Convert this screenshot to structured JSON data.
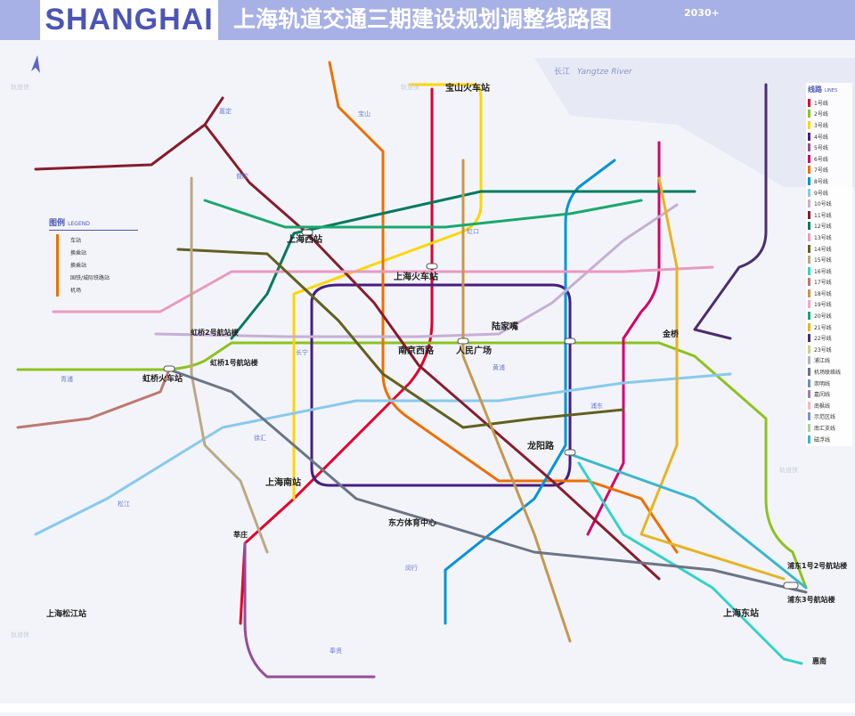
{
  "header": {
    "brand": "SHANGHAI",
    "title": "上海轨道交通三期建设规划调整线路图",
    "year": "2030+"
  },
  "map_labels": {
    "river_cn": "长江",
    "river_en": "Yangtze River",
    "watermark": "轨道侠"
  },
  "legend_left": {
    "title": "图例",
    "title_en": "LEGEND",
    "items": [
      "车站",
      "换乘站",
      "换乘站",
      "国铁/城际铁路站",
      "机场"
    ]
  },
  "legend": {
    "title": "线路",
    "title_en": "LINES",
    "lines": [
      {
        "name": "1号线",
        "color": "#e3002b"
      },
      {
        "name": "2号线",
        "color": "#8cc220"
      },
      {
        "name": "3号线",
        "color": "#fcd600"
      },
      {
        "name": "4号线",
        "color": "#461d84"
      },
      {
        "name": "5号线",
        "color": "#944d9a"
      },
      {
        "name": "6号线",
        "color": "#d40068"
      },
      {
        "name": "7号线",
        "color": "#ed6f00"
      },
      {
        "name": "8号线",
        "color": "#0094d8"
      },
      {
        "name": "9号线",
        "color": "#87caed"
      },
      {
        "name": "10号线",
        "color": "#c6afd4"
      },
      {
        "name": "11号线",
        "color": "#871c2b"
      },
      {
        "name": "12号线",
        "color": "#007a60"
      },
      {
        "name": "13号线",
        "color": "#e999c0"
      },
      {
        "name": "14号线",
        "color": "#626020"
      },
      {
        "name": "15号线",
        "color": "#bca886"
      },
      {
        "name": "16号线",
        "color": "#32d2ca"
      },
      {
        "name": "17号线",
        "color": "#bc796f"
      },
      {
        "name": "18号线",
        "color": "#c4984f"
      },
      {
        "name": "19号线",
        "color": "#f3a6c5"
      },
      {
        "name": "20号线",
        "color": "#1aa86e"
      },
      {
        "name": "21号线",
        "color": "#e6b422"
      },
      {
        "name": "22号线",
        "color": "#4b2e6e"
      },
      {
        "name": "23号线",
        "color": "#c3d38a"
      },
      {
        "name": "浦江线",
        "color": "#b5b5b6"
      },
      {
        "name": "机场联络线",
        "color": "#6a7586"
      },
      {
        "name": "崇明线",
        "color": "#6a8fc9"
      },
      {
        "name": "嘉闵线",
        "color": "#9d7fb0"
      },
      {
        "name": "南枫线",
        "color": "#f6b9c0"
      },
      {
        "name": "示范区线",
        "color": "#7f8fcf"
      },
      {
        "name": "南汇支线",
        "color": "#b3cfa0"
      },
      {
        "name": "磁浮线",
        "color": "#39b7cd"
      }
    ]
  },
  "stations": [
    {
      "name": "宝山火车站"
    },
    {
      "name": "上海西站"
    },
    {
      "name": "上海火车站"
    },
    {
      "name": "人民广场"
    },
    {
      "name": "南京西路"
    },
    {
      "name": "陆家嘴"
    },
    {
      "name": "虹桥2号航站楼"
    },
    {
      "name": "虹桥1号航站楼"
    },
    {
      "name": "虹桥火车站"
    },
    {
      "name": "上海南站"
    },
    {
      "name": "莘庄"
    },
    {
      "name": "东方体育中心"
    },
    {
      "name": "龙阳路"
    },
    {
      "name": "金桥"
    },
    {
      "name": "上海东站"
    },
    {
      "name": "浦东1号2号航站楼"
    },
    {
      "name": "浦东3号航站楼"
    },
    {
      "name": "上海松江站"
    },
    {
      "name": "惠南"
    }
  ],
  "districts": [
    "嘉定",
    "宝山",
    "普陀",
    "长宁",
    "徐汇",
    "闵行",
    "浦东",
    "松江",
    "奉贤",
    "青浦",
    "虹口",
    "黄浦"
  ]
}
